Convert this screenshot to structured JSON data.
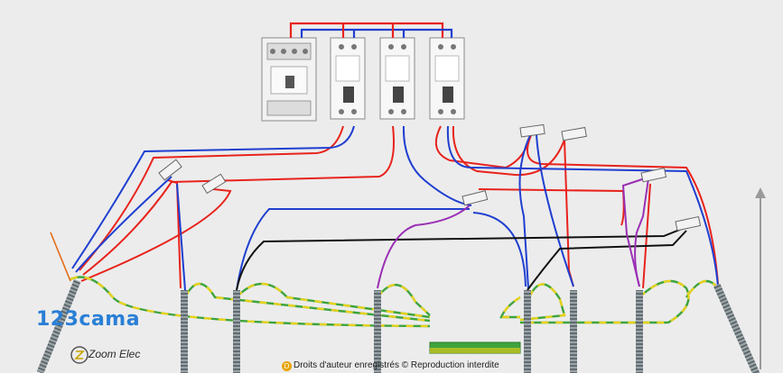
{
  "watermark": {
    "brand": "123cama",
    "logo_text": "Zoom Elec",
    "copyright": "Droits d'auteur enregistrés © Reproduction interdite"
  },
  "colors": {
    "phase": "#e8231c",
    "neutral": "#1f3fd0",
    "earth_green": "#3ea43e",
    "earth_yellow": "#e8d21c",
    "black_wire": "#111111",
    "violet_wire": "#9a2fb5",
    "background": "#ececec",
    "breaker": "#f7f7f7",
    "brand_color": "#2a7fd6"
  },
  "icons": [
    "zoom-elec-logo-icon",
    "copyright-icon",
    "arrow-up-icon"
  ]
}
